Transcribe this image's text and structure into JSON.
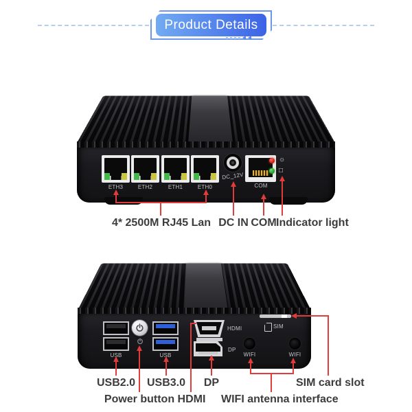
{
  "banner": {
    "title": "Product Details"
  },
  "front": {
    "eth_labels": [
      "ETH3",
      "ETH2",
      "ETH1",
      "ETH0"
    ],
    "dc_port_label": "DC_12V",
    "com_port_label": "COM",
    "callouts": {
      "lan": "4* 2500M RJ45 Lan",
      "dc_in": "DC IN",
      "com": "COM",
      "indicator": "Indicator light"
    },
    "indicator_icons": {
      "sun": "☼",
      "square": "□"
    }
  },
  "rear": {
    "usb2_port_label": "USB",
    "usb3_port_label": "USB",
    "hdmi_port_label": "HDMI",
    "dp_port_label": "DP",
    "wifi_port_labels": [
      "WIFI",
      "WIFI"
    ],
    "sim_port_label": "SIM",
    "callouts": {
      "usb2": "USB2.0",
      "usb3": "USB3.0",
      "dp": "DP",
      "sim": "SIM card slot",
      "power": "Power button",
      "hdmi": "HDMI",
      "wifi": "WIFI antenna interface"
    }
  },
  "colors": {
    "banner_gradient_start": "#72ABF2",
    "banner_gradient_end": "#3C63E6",
    "callout_red": "#E03C3C",
    "led_red": "#C01B12",
    "led_green": "#1F9427",
    "eth_led_green": "#46B54C",
    "eth_led_yellow": "#C9C542",
    "usb3_blue": "#2F5FD6"
  }
}
